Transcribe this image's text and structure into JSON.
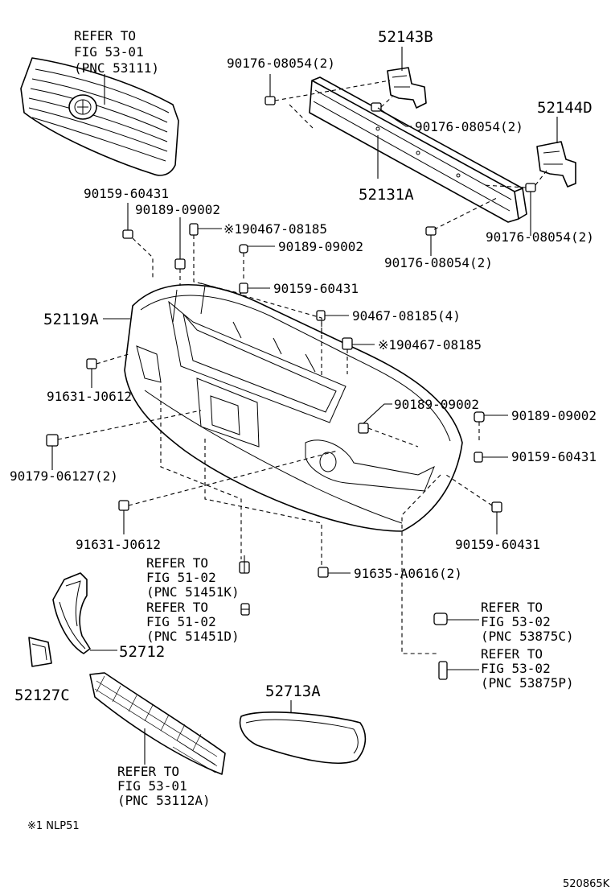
{
  "labels": {
    "grille_refer": [
      "REFER TO",
      "FIG 53-01",
      "(PNC 53111)"
    ],
    "p52143B": "52143B",
    "p52144D": "52144D",
    "p52131A": "52131A",
    "bolt_reinf_top": "90176-08054(2)",
    "bolt_reinf_mid": "90176-08054(2)",
    "bolt_reinf_right": "90176-08054(2)",
    "bolt_reinf_bottom": "90176-08054(2)",
    "p90159_top": "90159-60431",
    "p90189_a": "90189-09002",
    "p90467_nlp_top": "※190467-08185",
    "p90189_b": "90189-09002",
    "p90159_b": "90159-60431",
    "p52119A": "52119A",
    "p90467_4": "90467-08185(4)",
    "p90467_nlp_mid": "※190467-08185",
    "p91631_left": "91631-J0612",
    "p90189_c": "90189-09002",
    "p90189_d": "90189-09002",
    "p90179": "90179-06127(2)",
    "p90159_c": "90159-60431",
    "p91631_bottom": "91631-J0612",
    "p90159_d": "90159-60431",
    "refer_51451K": [
      "REFER TO",
      "FIG 51-02",
      "(PNC 51451K)"
    ],
    "p91635": "91635-A0616(2)",
    "refer_51451D": [
      "REFER TO",
      "FIG 51-02",
      "(PNC 51451D)"
    ],
    "refer_53875C": [
      "REFER TO",
      "FIG 53-02",
      "(PNC 53875C)"
    ],
    "p52712": "52712",
    "refer_53875P": [
      "REFER TO",
      "FIG 53-02",
      "(PNC 53875P)"
    ],
    "p52127C": "52127C",
    "p52713A": "52713A",
    "refer_53112A": [
      "REFER TO",
      "FIG 53-01",
      "(PNC 53112A)"
    ],
    "footnote": "※1 NLP51",
    "figure_code": "520865K"
  }
}
